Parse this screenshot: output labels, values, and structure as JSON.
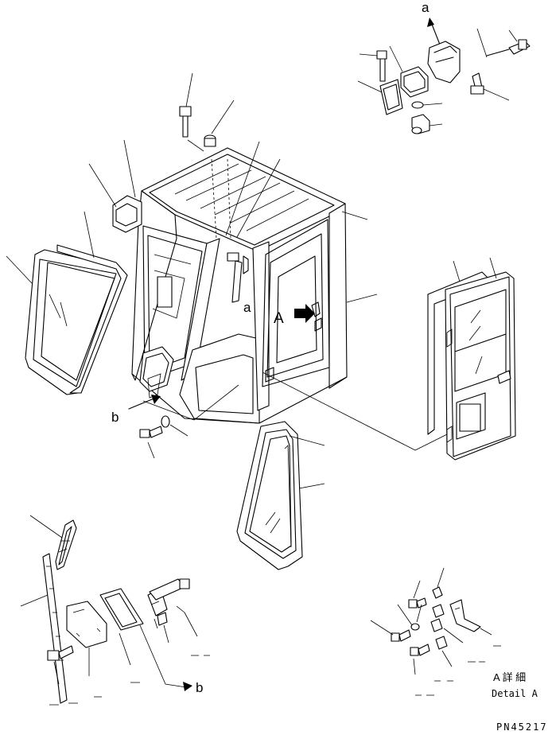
{
  "labels": {
    "view_a": "a",
    "view_b": "b",
    "section_A": "A",
    "detail_heading": "A 詳 細",
    "detail_caption": "Detail A",
    "drawing_number": "PN45217"
  }
}
